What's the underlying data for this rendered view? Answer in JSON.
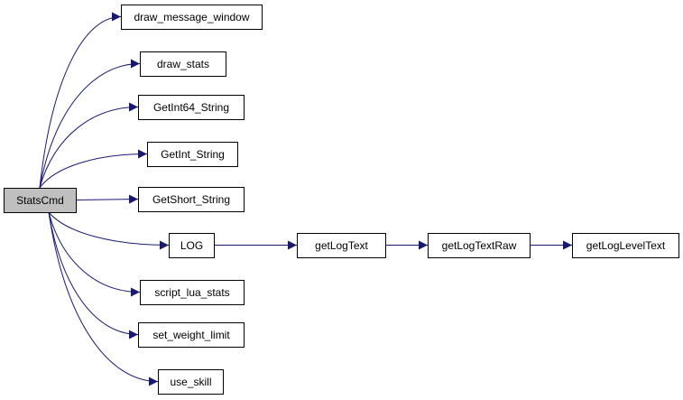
{
  "graph": {
    "edge_color": "#191970",
    "root_fill": "#bfbfbf",
    "node_fill": "#ffffff",
    "nodes": [
      {
        "id": "statscmd",
        "label": "StatsCmd",
        "root": true
      },
      {
        "id": "draw_message_window",
        "label": "draw_message_window"
      },
      {
        "id": "draw_stats",
        "label": "draw_stats"
      },
      {
        "id": "getint64_string",
        "label": "GetInt64_String"
      },
      {
        "id": "getint_string",
        "label": "GetInt_String"
      },
      {
        "id": "getshort_string",
        "label": "GetShort_String"
      },
      {
        "id": "log",
        "label": "LOG"
      },
      {
        "id": "getlogtext",
        "label": "getLogText"
      },
      {
        "id": "getlogtextraw",
        "label": "getLogTextRaw"
      },
      {
        "id": "getlogleveltext",
        "label": "getLogLevelText"
      },
      {
        "id": "script_lua_stats",
        "label": "script_lua_stats"
      },
      {
        "id": "set_weight_limit",
        "label": "set_weight_limit"
      },
      {
        "id": "use_skill",
        "label": "use_skill"
      }
    ],
    "edges": [
      {
        "from": "statscmd",
        "to": "draw_message_window"
      },
      {
        "from": "statscmd",
        "to": "draw_stats"
      },
      {
        "from": "statscmd",
        "to": "getint64_string"
      },
      {
        "from": "statscmd",
        "to": "getint_string"
      },
      {
        "from": "statscmd",
        "to": "getshort_string"
      },
      {
        "from": "statscmd",
        "to": "log"
      },
      {
        "from": "statscmd",
        "to": "script_lua_stats"
      },
      {
        "from": "statscmd",
        "to": "set_weight_limit"
      },
      {
        "from": "statscmd",
        "to": "use_skill"
      },
      {
        "from": "log",
        "to": "getlogtext"
      },
      {
        "from": "getlogtext",
        "to": "getlogtextraw"
      },
      {
        "from": "getlogtextraw",
        "to": "getlogleveltext"
      }
    ]
  }
}
